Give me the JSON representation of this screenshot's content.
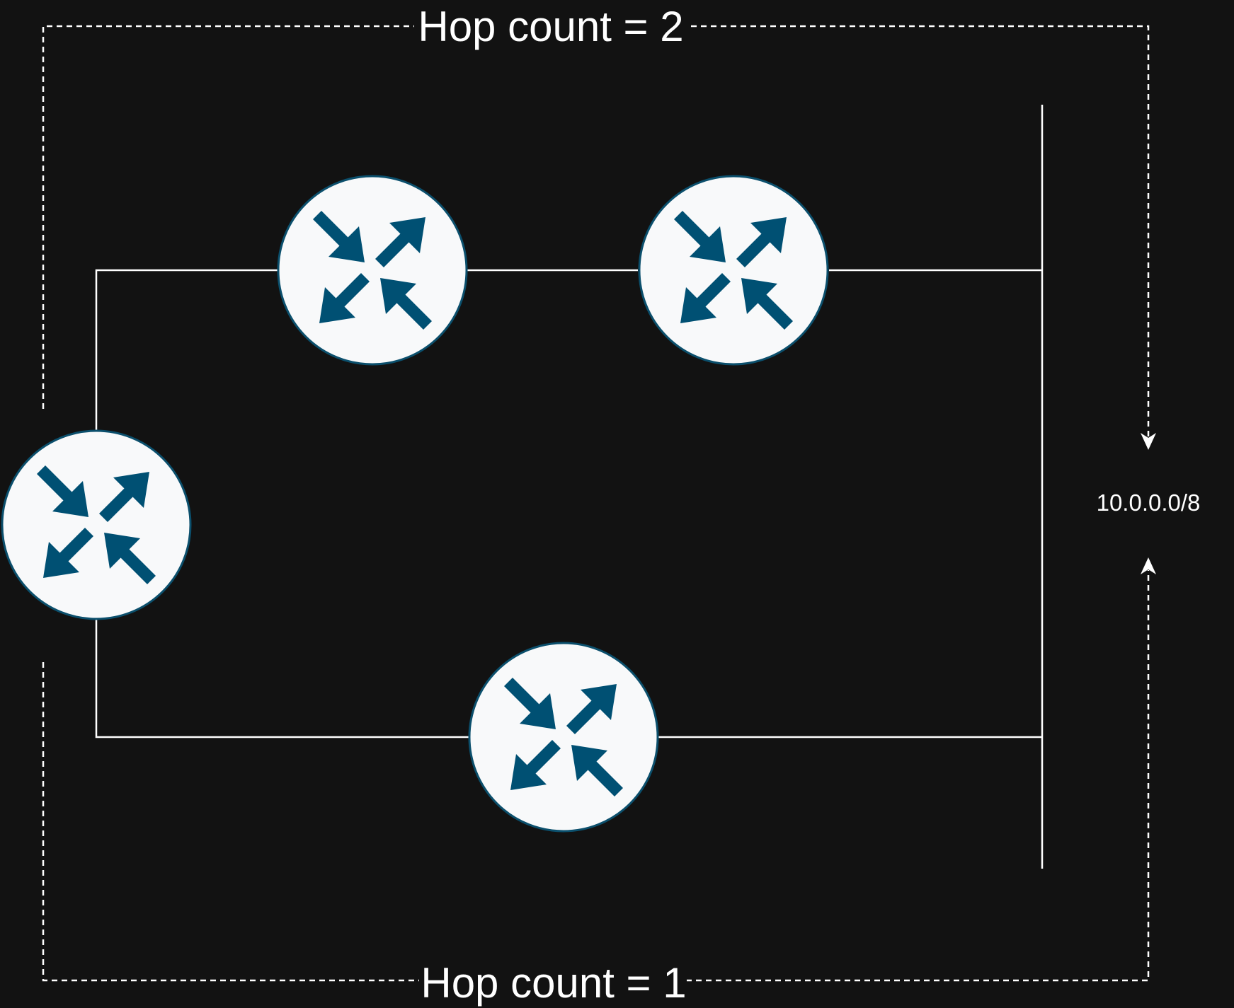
{
  "diagram": {
    "hop_top_label": "Hop count = 2",
    "hop_bottom_label": "Hop count = 1",
    "network_label": "10.0.0.0/8"
  },
  "colors": {
    "background": "#121212",
    "line": "#ffffff",
    "router_fill": "#f8f9fa",
    "router_border": "#0b4f6c",
    "router_arrow": "#005073"
  },
  "icons": {
    "router": "router-icon"
  }
}
